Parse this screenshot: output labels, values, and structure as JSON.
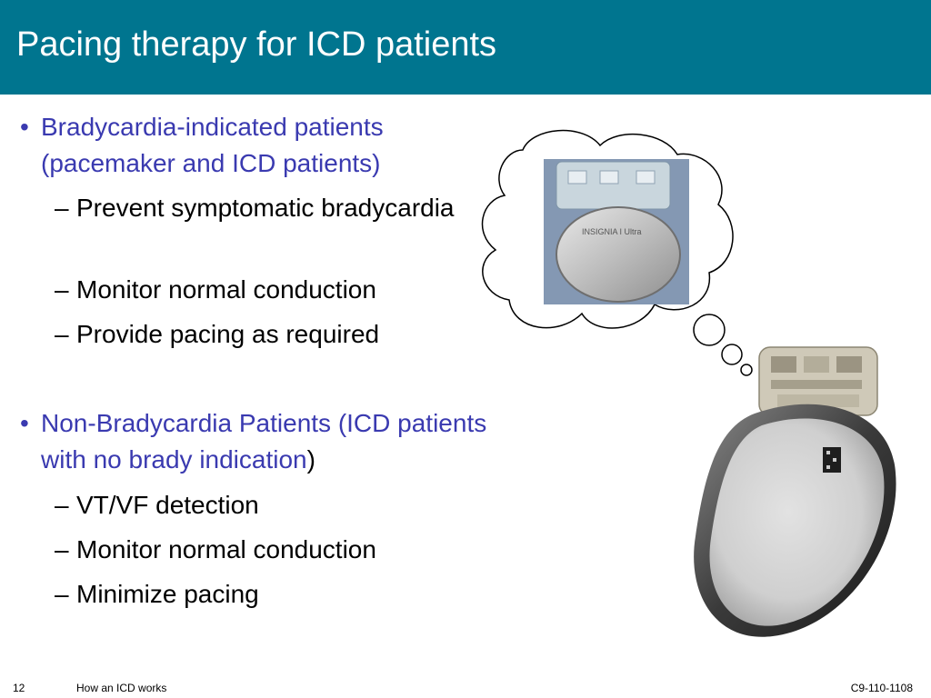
{
  "slide": {
    "title": "Pacing therapy for ICD patients",
    "bullets": [
      {
        "text": "Bradycardia-indicated patients (pacemaker and ICD patients)",
        "tail": "",
        "subitems": [
          "Prevent symptomatic bradycardia",
          "Monitor normal conduction",
          "Provide pacing as required"
        ]
      },
      {
        "text": "Non-Bradycardia Patients (ICD patients with no brady indication",
        "tail": ")",
        "subitems": [
          "VT/VF detection",
          "Monitor normal conduction",
          "Minimize pacing"
        ]
      }
    ],
    "bullet_glyph": "•",
    "dash_glyph": "–"
  },
  "images": {
    "thought_device_label": "INSIGNIA I Ultra"
  },
  "footer": {
    "page_number": "12",
    "center_text": "How an ICD works",
    "doc_code": "C9-110-1108"
  },
  "colors": {
    "header_bg": "#00758f",
    "level1_text": "#3a3ab0",
    "body_text": "#000000"
  }
}
